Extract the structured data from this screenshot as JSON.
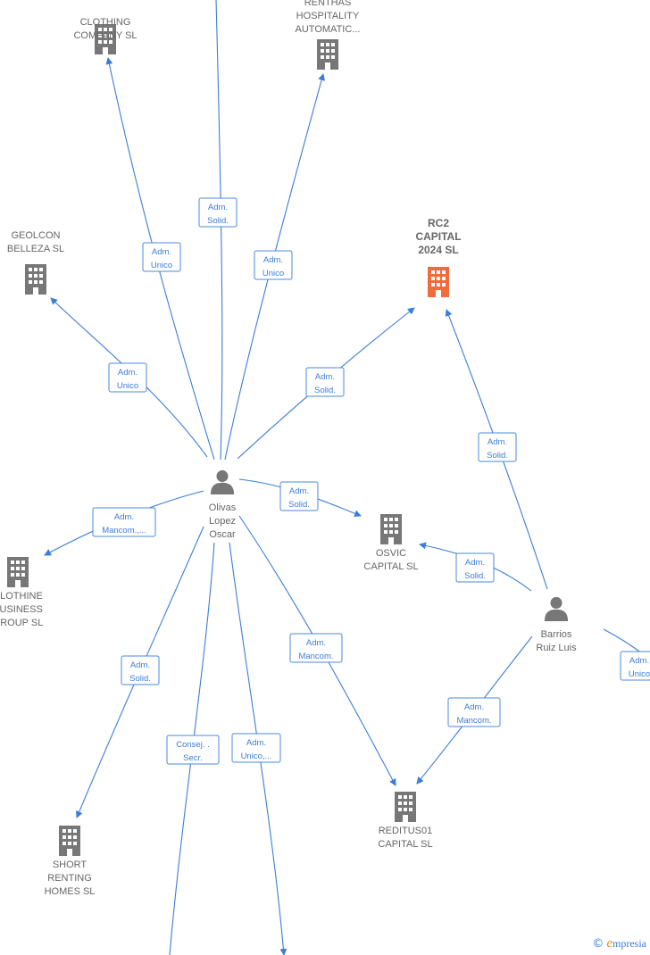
{
  "companies": [
    {
      "id": "clothing",
      "lines": [
        "CLOTHING",
        "COMPANY SL"
      ],
      "highlight": false
    },
    {
      "id": "renthas",
      "lines": [
        "RENTHAS",
        "HOSPITALITY",
        "AUTOMATIC..."
      ],
      "highlight": false
    },
    {
      "id": "geolcon",
      "lines": [
        "GEOLCON",
        "BELLEZA SL"
      ],
      "highlight": false
    },
    {
      "id": "rc2",
      "lines": [
        "RC2",
        "CAPITAL",
        "2024  SL"
      ],
      "highlight": true
    },
    {
      "id": "osvic",
      "lines": [
        "OSVIC",
        "CAPITAL  SL"
      ],
      "highlight": false
    },
    {
      "id": "clothine",
      "lines": [
        "CLOTHINE",
        "BUSINESS",
        "GROUP  SL"
      ],
      "highlight": false
    },
    {
      "id": "short",
      "lines": [
        "SHORT",
        "RENTING",
        "HOMES  SL"
      ],
      "highlight": false
    },
    {
      "id": "reditus",
      "lines": [
        "REDITUS01",
        "CAPITAL  SL"
      ],
      "highlight": false
    }
  ],
  "persons": [
    {
      "id": "olivas",
      "lines": [
        "Olivas",
        "Lopez",
        "Oscar"
      ]
    },
    {
      "id": "barrios",
      "lines": [
        "Barrios",
        "Ruiz Luis"
      ]
    }
  ],
  "relations": [
    {
      "id": "r1",
      "lines": [
        "Adm.",
        "Solid."
      ]
    },
    {
      "id": "r2",
      "lines": [
        "Adm.",
        "Unico"
      ]
    },
    {
      "id": "r3",
      "lines": [
        "Adm.",
        "Unico"
      ]
    },
    {
      "id": "r4",
      "lines": [
        "Adm.",
        "Unico"
      ]
    },
    {
      "id": "r5",
      "lines": [
        "Adm.",
        "Solid."
      ]
    },
    {
      "id": "r6",
      "lines": [
        "Adm.",
        "Solid."
      ]
    },
    {
      "id": "r7",
      "lines": [
        "Adm.",
        "Mancom.,..."
      ]
    },
    {
      "id": "r8",
      "lines": [
        "Adm.",
        "Solid."
      ]
    },
    {
      "id": "r9",
      "lines": [
        "Adm.",
        "Solid."
      ]
    },
    {
      "id": "r10",
      "lines": [
        "Adm.",
        "Mancom."
      ]
    },
    {
      "id": "r11",
      "lines": [
        "Adm.",
        "Solid."
      ]
    },
    {
      "id": "r12",
      "lines": [
        "Consej. .",
        "Secr."
      ]
    },
    {
      "id": "r13",
      "lines": [
        "Adm.",
        "Unico,..."
      ]
    },
    {
      "id": "r14",
      "lines": [
        "Adm.",
        "Mancom."
      ]
    },
    {
      "id": "r15",
      "lines": [
        "Adm.",
        "Unico"
      ]
    }
  ],
  "colors": {
    "edge": "#3b7dd8",
    "node": "#777777",
    "highlight": "#f26b3a"
  },
  "brand": {
    "copyright": "©",
    "initial": "e",
    "name": "mpresia"
  }
}
